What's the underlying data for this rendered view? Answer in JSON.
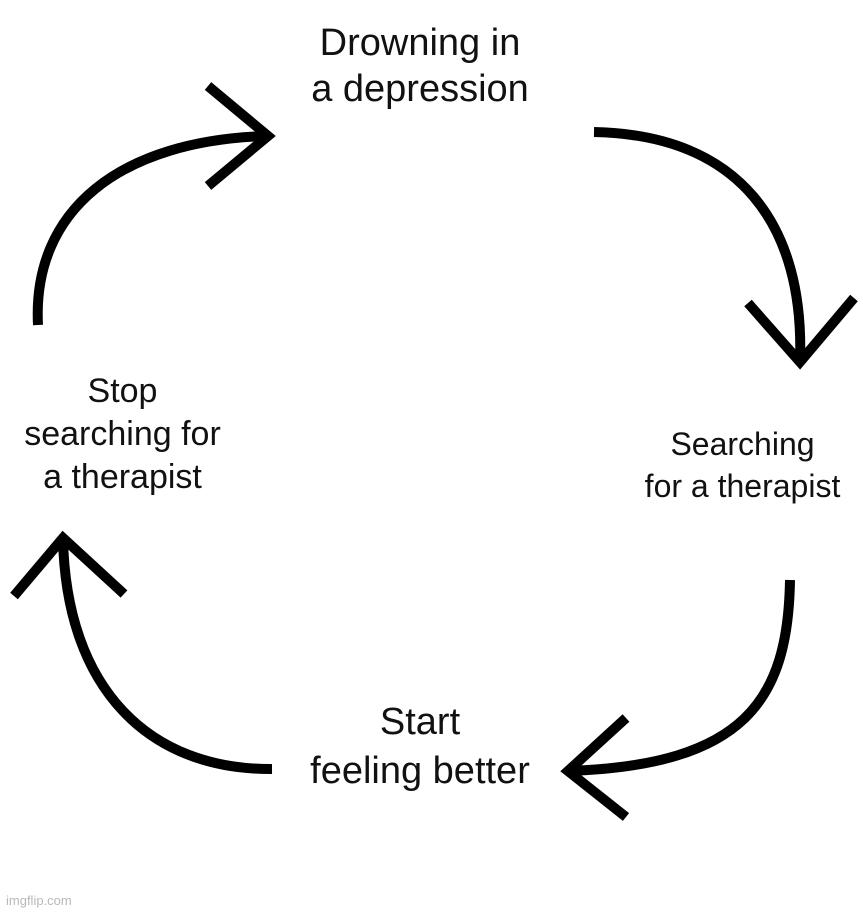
{
  "diagram": {
    "nodes": [
      {
        "id": "top",
        "lines": [
          "Drowning in",
          "a depression"
        ]
      },
      {
        "id": "right",
        "lines": [
          "Searching",
          "for a therapist"
        ]
      },
      {
        "id": "bottom",
        "lines": [
          "Start",
          "feeling better"
        ]
      },
      {
        "id": "left",
        "lines": [
          "Stop",
          "searching for",
          "a therapist"
        ]
      }
    ],
    "edges": [
      {
        "from": "left",
        "to": "top"
      },
      {
        "from": "top",
        "to": "right"
      },
      {
        "from": "right",
        "to": "bottom"
      },
      {
        "from": "bottom",
        "to": "left"
      }
    ],
    "stroke_color": "#000000",
    "text_color": "#111111"
  },
  "watermark": "imgflip.com"
}
